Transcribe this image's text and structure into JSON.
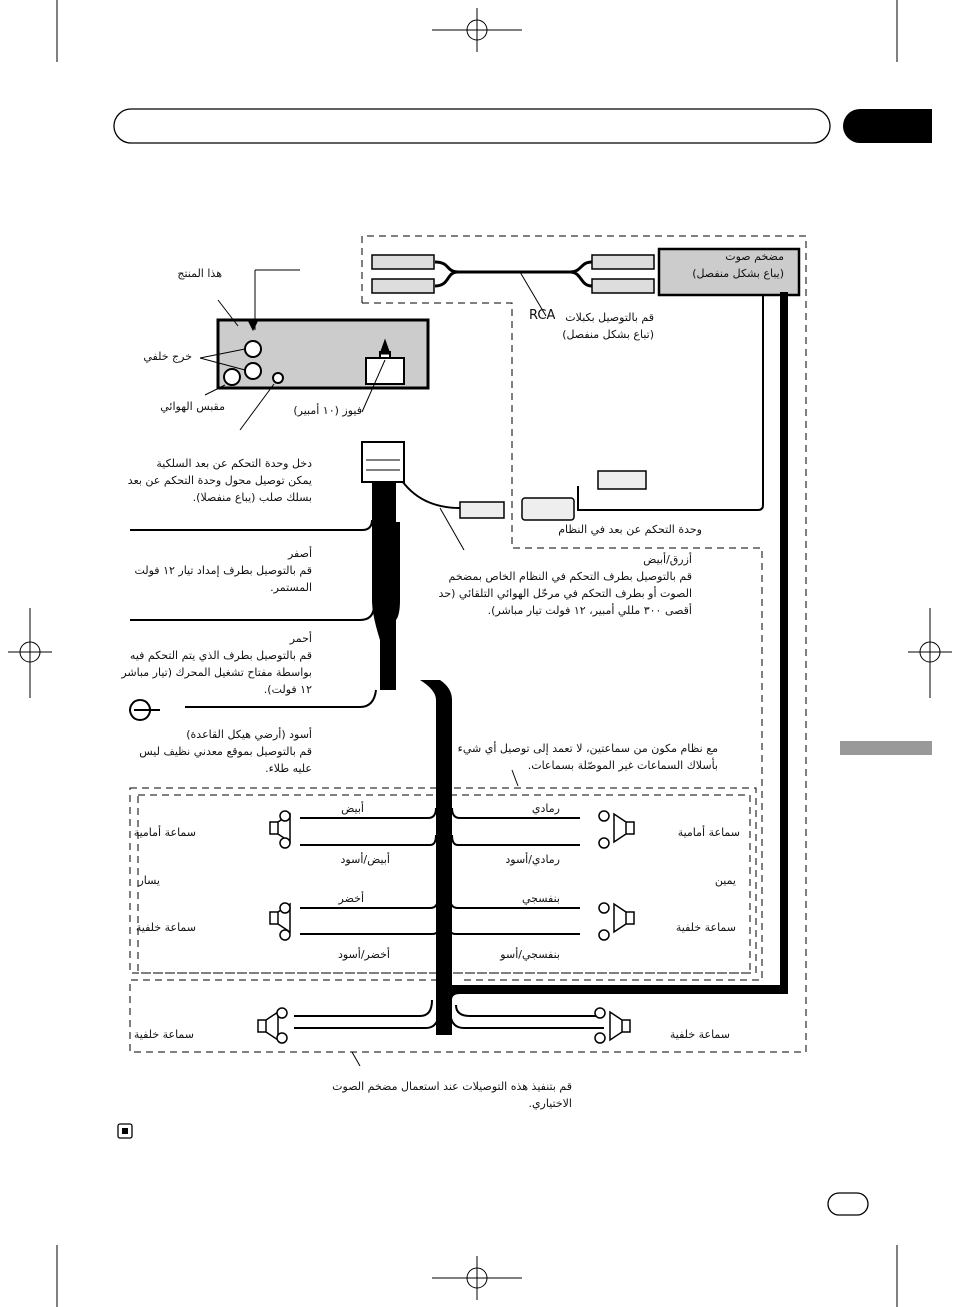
{
  "page_number": "",
  "labels": {
    "this_unit": "هذا المنتج",
    "rear_output": "خرج خلفي",
    "antenna_jack": "مقبس الهوائي",
    "fuse": "فيوز (١٠ أمبير)",
    "wired_remote": "دخل وحدة التحكم عن بعد السلكية\nيمكن توصيل محول وحدة التحكم عن بعد\nبسلك صلب (يباع منفصلا).",
    "power_amp": "مضخم صوت\n(يباع بشكل منفصل)",
    "rca_cable": "قم بالتوصيل بكبلات\n(تباع بشكل منفصل)",
    "rca_word": "RCA",
    "system_remote": "وحدة التحكم عن بعد  في النظام",
    "yellow": "أصفر\nقم بالتوصيل بطرف إمداد تيار ١٢ فولت\nالمستمر.",
    "blue_white": "أزرق/أبيض\nقم بالتوصيل بطرف التحكم في النظام الخاص بمضخم\nالصوت أو بطرف التحكم في مرحّل الهوائي التلقائي (حد\nأقصى ٣٠٠ مللي أمبير، ١٢ فولت تيار مباشر).",
    "red": "أحمر\nقم بالتوصيل بطرف الذي يتم التحكم فيه\nبواسطة مفتاح تشغيل المحرك (تيار مباشر\n١٢ فولت).",
    "black": "أسود (أرضي هيكل القاعدة)\nقم بالتوصيل بموقع معدني نظيف ليس\nعليه طلاء.",
    "two_speaker_note": "مع نظام مكون من سماعتين، لا تعمد إلى توصيل أي شيء\nبأسلاك السماعات غير الموصّلة بسماعات.",
    "front_speaker_left": "سماعة أمامية",
    "left": "يسار",
    "rear_speaker_left": "سماعة خلفية",
    "front_speaker_right": "سماعة أمامية",
    "right": "يمين",
    "rear_speaker_right": "سماعة خلفية",
    "white": "أبيض",
    "white_black": "أبيض/أسود",
    "green": "أخضر",
    "green_black": "أخضر/أسود",
    "gray": "رمادي",
    "gray_black": "رمادي/أسود",
    "violet": "بنفسجي",
    "violet_black": "بنفسجي/أسو",
    "rear_speaker_bottom_left": "سماعة خلفية",
    "rear_speaker_bottom_right": "سماعة خلفية",
    "amp_note": "قم بتنفيذ هذه التوصيلات عند استعمال مضخم الصوت\nالاختياري."
  }
}
